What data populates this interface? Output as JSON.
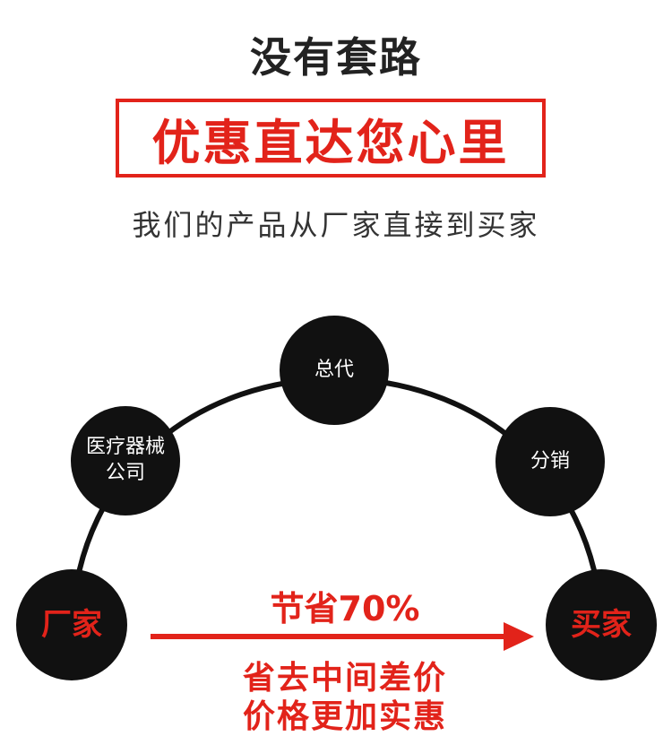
{
  "header": {
    "title": "没有套路",
    "banner": "优惠直达您心里",
    "subtitle": "我们的产品从厂家直接到买家"
  },
  "diagram": {
    "nodes": {
      "general_agent": "总代",
      "medical_company_line1": "医疗器械",
      "medical_company_line2": "公司",
      "distributor": "分销",
      "factory": "厂家",
      "buyer": "买家"
    },
    "savings": "节省70%",
    "note_line1": "省去中间差价",
    "note_line2": "价格更加实惠"
  },
  "colors": {
    "accent": "#e2231a",
    "node": "#111111",
    "text_dark": "#222222"
  }
}
